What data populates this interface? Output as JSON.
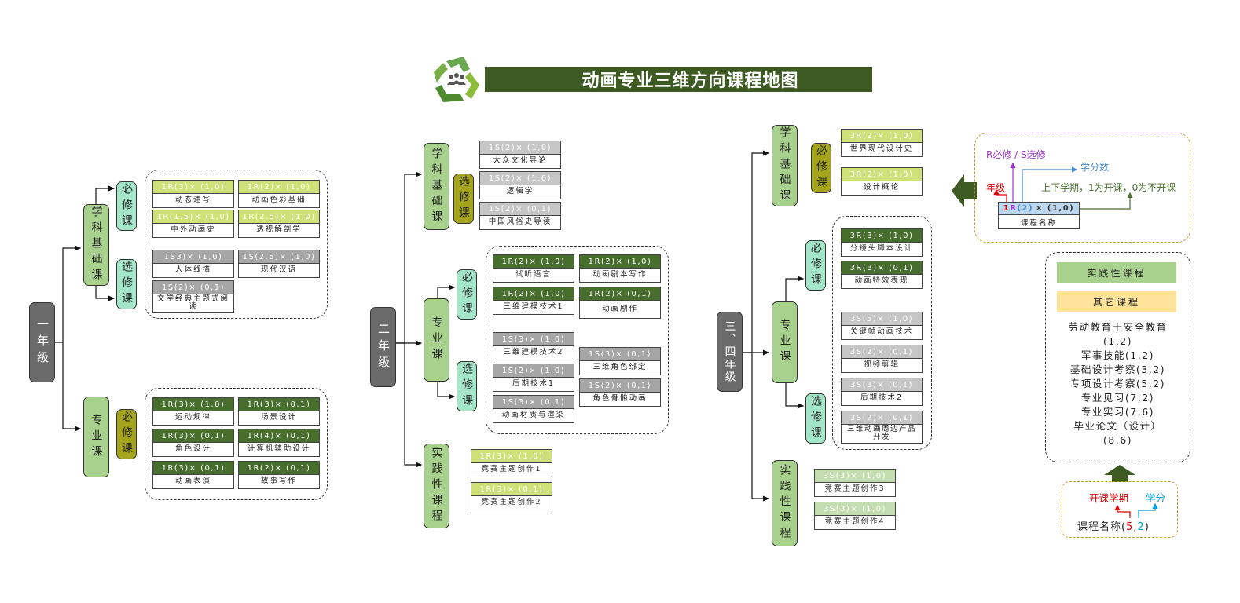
{
  "title": "动画专业三维方向课程地图",
  "logo_icon": "recycle-team-icon",
  "colors": {
    "title_bg": "#3d5a23",
    "grade_box": "#6b6b6b",
    "category_box": "#a8d18d",
    "required_box": "#a3e6c8",
    "olive_box": "#a5a51d",
    "lime_header": "#cfe279",
    "dark_green_header": "#476e2d",
    "gray_header": "#a6a6a6",
    "light_gray_header": "#c6c6c6",
    "pale_green_header": "#c5deb1",
    "legend_border": "#c09a2b"
  },
  "year1": {
    "grade": "一年级",
    "basic": {
      "label": "学科基础课",
      "required_label": "必修课",
      "elective_label": "选修课",
      "required": [
        {
          "code": "1R(3)× (1,0)",
          "name": "动态速写"
        },
        {
          "code": "1R(2)× (1,0)",
          "name": "动画色彩基础"
        },
        {
          "code": "1R(1.5)× (1,0)",
          "name": "中外动画史"
        },
        {
          "code": "1R(2.5)× (1,0)",
          "name": "透视解剖学"
        }
      ],
      "elective": [
        {
          "code": "1S3)× (1,0)",
          "name": "人体线描"
        },
        {
          "code": "1S(2.5)× (1,0)",
          "name": "现代汉语"
        },
        {
          "code": "1S(2)× (0,1)",
          "name": "文学经典主题式阅读"
        }
      ]
    },
    "major": {
      "label": "专业课",
      "required_label": "必修课",
      "required": [
        {
          "code": "1R(3)× (1,0)",
          "name": "运动规律"
        },
        {
          "code": "1R(3)× (0,1)",
          "name": "场景设计"
        },
        {
          "code": "1R(3)× (0,1)",
          "name": "角色设计"
        },
        {
          "code": "1R(4)× (0,1)",
          "name": "计算机辅助设计"
        },
        {
          "code": "1R(3)× (0,1)",
          "name": "动画表演"
        },
        {
          "code": "1R(2)× (0,1)",
          "name": "故事写作"
        }
      ]
    }
  },
  "year2": {
    "grade": "二年级",
    "basic": {
      "label": "学科基础课",
      "elective_label": "选修课",
      "elective": [
        {
          "code": "1S(2)× (1,0)",
          "name": "大众文化导论"
        },
        {
          "code": "1S(2)× (1,0)",
          "name": "逻辑学"
        },
        {
          "code": "1S(2)× (0,1)",
          "name": "中国风俗史导读"
        }
      ]
    },
    "major": {
      "label": "专业课",
      "required_label": "必修课",
      "elective_label": "选修课",
      "required": [
        {
          "code": "1R(2)× (1,0)",
          "name": "试听语言"
        },
        {
          "code": "1R(2)× (1,0)",
          "name": "动画剧本写作"
        },
        {
          "code": "1R(2)× (1,0)",
          "name": "三维建模技术1"
        },
        {
          "code": "1R(2)× (0,1)",
          "name": "动画剧作"
        }
      ],
      "elective": [
        {
          "code": "1S(3)× (1,0)",
          "name": "三维建模技术2"
        },
        {
          "code": "1S(2)× (1,0)",
          "name": "后期技术1"
        },
        {
          "code": "1S(3)× (0,1)",
          "name": "动画材质与渲染"
        },
        {
          "code": "1S(3)× (0,1)",
          "name": "三维角色绑定"
        },
        {
          "code": "1S(2)× (0,1)",
          "name": "角色骨骼动画"
        }
      ]
    },
    "practice": {
      "label": "实践性课程",
      "courses": [
        {
          "code": "1R(3)× (1,0)",
          "name": "竞赛主题创作1"
        },
        {
          "code": "1R(3)× (0,1)",
          "name": "竞赛主题创作2"
        }
      ]
    }
  },
  "year34": {
    "grade": "三、四年级",
    "basic": {
      "label": "学科基础课",
      "required_label": "必修课",
      "required": [
        {
          "code": "3R(2)× (1,0)",
          "name": "世界现代设计史"
        },
        {
          "code": "3R(2)× (1,0)",
          "name": "设计概论"
        }
      ]
    },
    "major": {
      "label": "专业课",
      "required_label": "必修课",
      "elective_label": "选修课",
      "required": [
        {
          "code": "3R(3)× (1,0)",
          "name": "分镜头脚本设计"
        },
        {
          "code": "3R(3)× (0,1)",
          "name": "动画特效表现"
        }
      ],
      "elective": [
        {
          "code": "3S(5)× (1,0)",
          "name": "关键帧动画技术"
        },
        {
          "code": "3S(2)× (0,1)",
          "name": "视频剪辑"
        },
        {
          "code": "3S(3)× (0,1)",
          "name": "后期技术2"
        },
        {
          "code": "3S(2)× (0,1)",
          "name": "三维动画周边产品开发"
        }
      ]
    },
    "practice": {
      "label": "实践性课程",
      "courses": [
        {
          "code": "3S(3)× (1,0)",
          "name": "竞赛主题创作3"
        },
        {
          "code": "3S(3)× (1,0)",
          "name": "竞赛主题创作4"
        }
      ]
    }
  },
  "legend": {
    "type_label": "R必修 / S选修",
    "credit_label": "学分数",
    "grade_label": "年级",
    "semester_label": "上下学期，1为开课，0为不开课",
    "sample_grade": "1",
    "sample_type": "R",
    "sample_credit": "(2)",
    "sample_rest": "× (1,0)",
    "sample_name": "课程名称",
    "back_arrow_icon": "arrow-left-icon"
  },
  "other": {
    "practice_tag": "实践性课程",
    "other_tag": "其它课程",
    "items": [
      "劳动教育于安全教育",
      "(1,2)",
      "军事技能(1,2)",
      "基础设计考察(3,2)",
      "专项设计考察(5,2)",
      "专业见习(7,2)",
      "专业实习(7,6)",
      "毕业论文（设计）",
      "(8,6)"
    ],
    "up_arrow_icon": "arrow-up-icon"
  },
  "legend2": {
    "semester_label": "开课学期",
    "credit_label": "学分",
    "sample_name": "课程名称(",
    "sample_semester": "5",
    "sample_sep": ",",
    "sample_credit": "2",
    "sample_close": ")"
  }
}
